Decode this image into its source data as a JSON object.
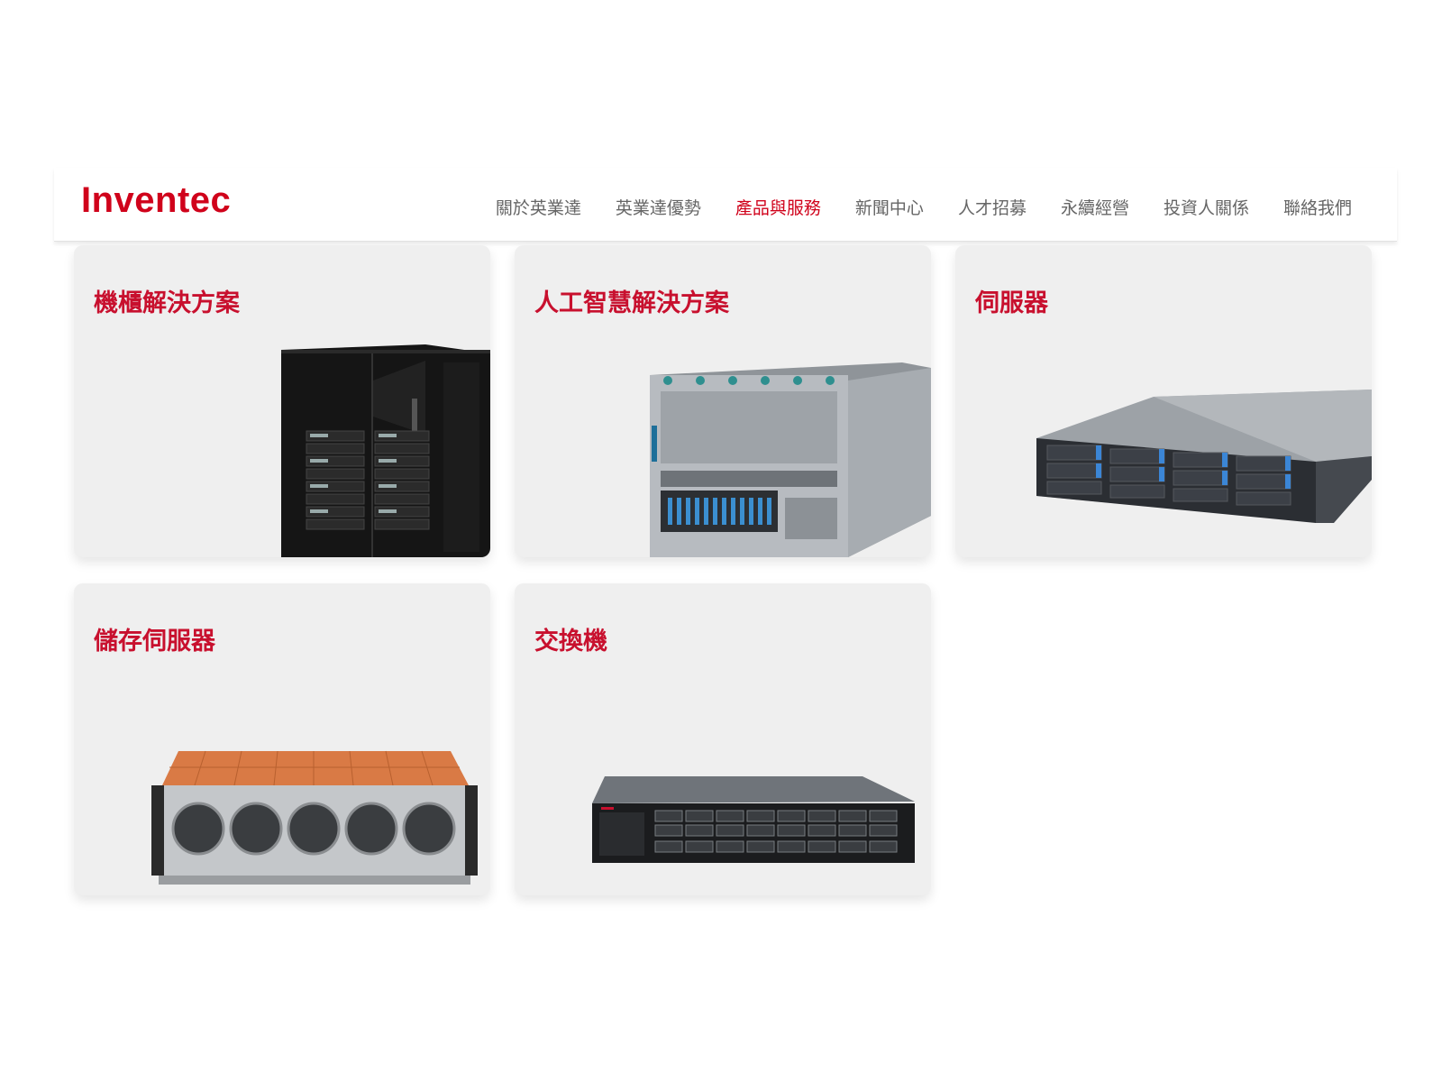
{
  "header": {
    "logo_text": "Inventec",
    "brand_color": "#d0021b",
    "nav": [
      {
        "label": "關於英業達",
        "active": false
      },
      {
        "label": "英業達優勢",
        "active": false
      },
      {
        "label": "產品與服務",
        "active": true
      },
      {
        "label": "新聞中心",
        "active": false
      },
      {
        "label": "人才招募",
        "active": false
      },
      {
        "label": "永續經營",
        "active": false
      },
      {
        "label": "投資人關係",
        "active": false
      },
      {
        "label": "聯絡我們",
        "active": false
      }
    ]
  },
  "cards": [
    {
      "title": "機櫃解決方案",
      "image": "rack-cabinet-image"
    },
    {
      "title": "人工智慧解決方案",
      "image": "ai-server-image"
    },
    {
      "title": "伺服器",
      "image": "rack-server-image"
    },
    {
      "title": "儲存伺服器",
      "image": "storage-server-image"
    },
    {
      "title": "交換機",
      "image": "network-switch-image"
    }
  ],
  "colors": {
    "card_title": "#c8102e",
    "card_bg": "#efefef",
    "nav_text": "#666666"
  }
}
